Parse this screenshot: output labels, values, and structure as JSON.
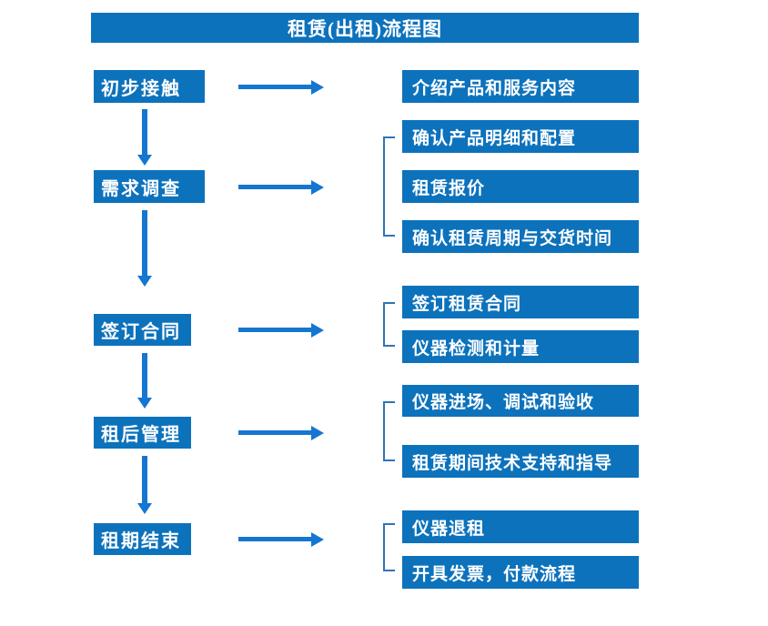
{
  "title": "租赁(出租)流程图",
  "colors": {
    "box_blue": "#0d72bc",
    "arrow_blue": "#1476d0",
    "bracket_blue": "#2e75b6",
    "text_white": "#ffffff",
    "background": "#ffffff"
  },
  "steps": [
    {
      "label": "初步接触",
      "details": [
        "介绍产品和服务内容"
      ]
    },
    {
      "label": "需求调查",
      "details": [
        "确认产品明细和配置",
        "租赁报价",
        "确认租赁周期与交货时间"
      ]
    },
    {
      "label": "签订合同",
      "details": [
        "签订租赁合同",
        "仪器检测和计量"
      ]
    },
    {
      "label": "租后管理",
      "details": [
        "仪器进场、调试和验收",
        "租赁期间技术支持和指导"
      ]
    },
    {
      "label": "租期结束",
      "details": [
        "仪器退租",
        "开具发票，付款流程"
      ]
    }
  ]
}
